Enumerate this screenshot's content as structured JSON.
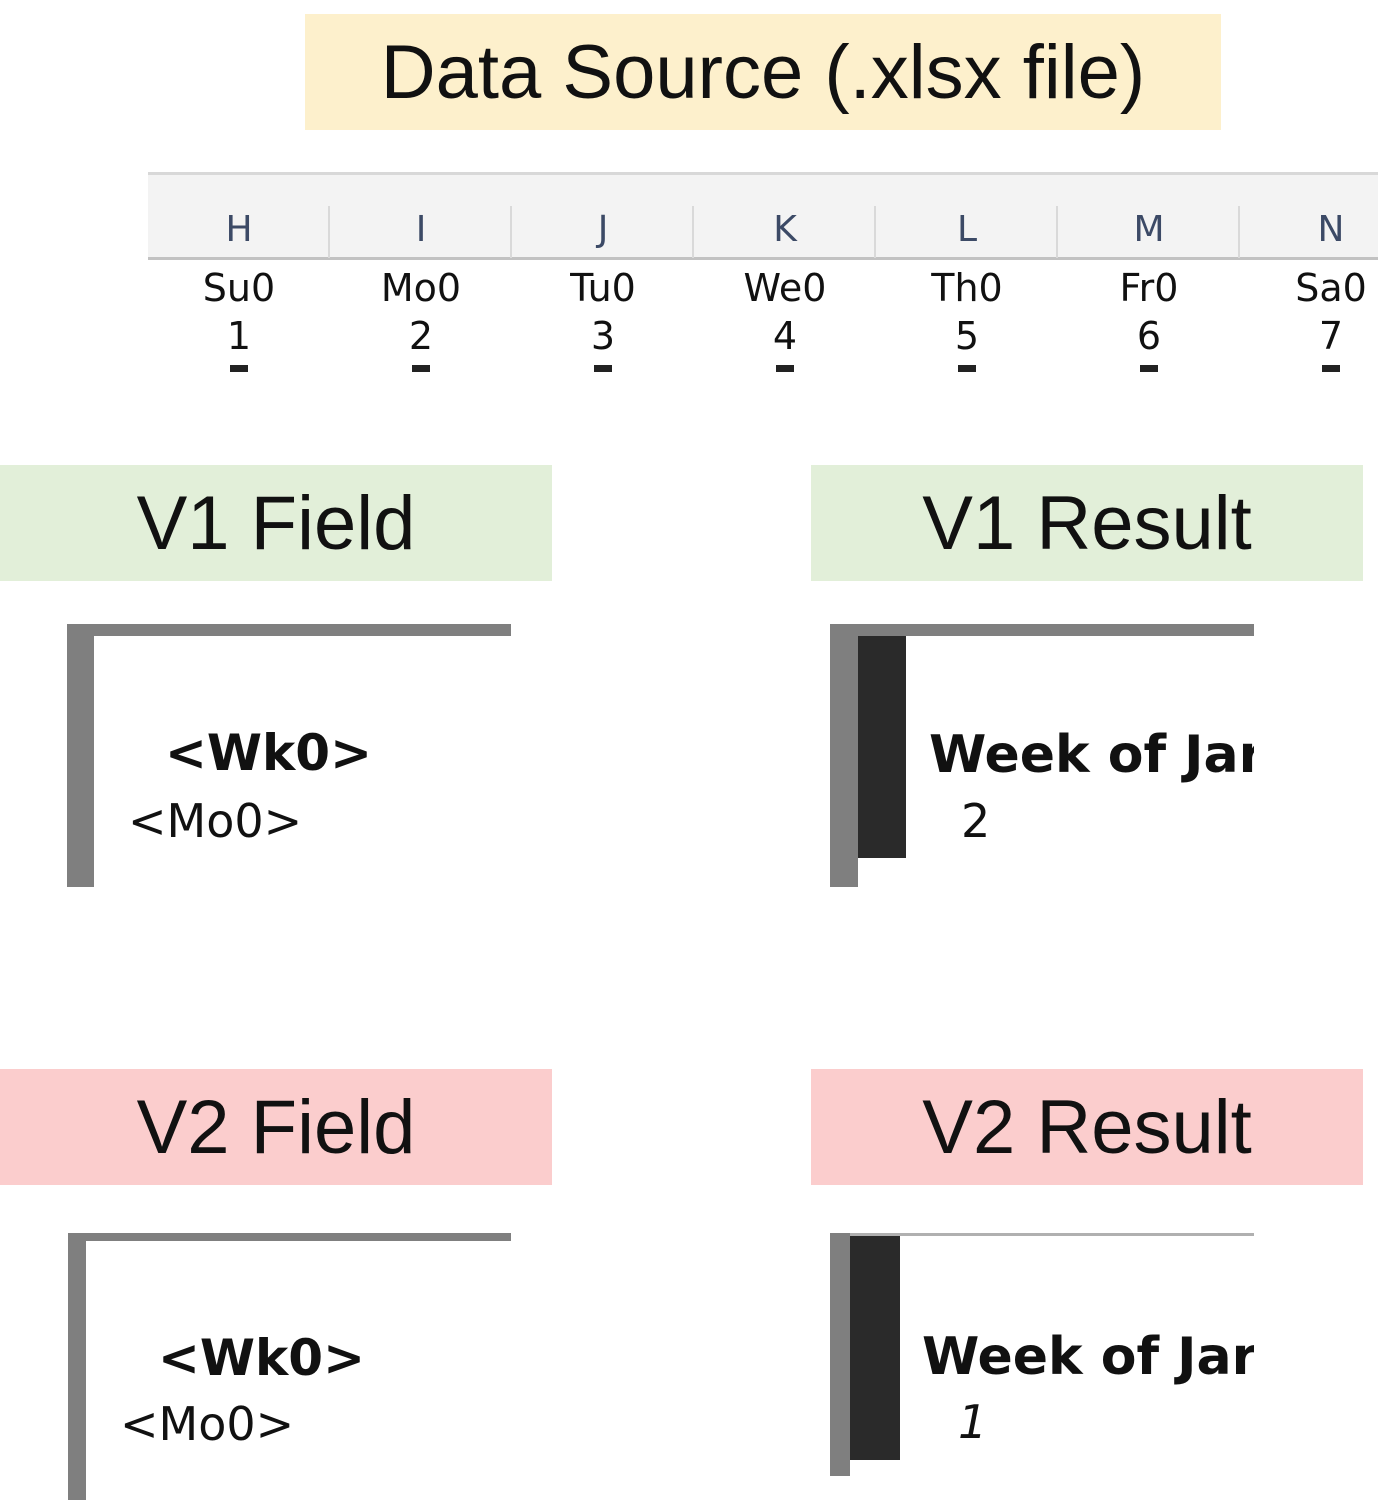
{
  "banners": {
    "source": {
      "label": "Data Source (.xlsx file)",
      "color": "#fdf0cc"
    },
    "v1_field": {
      "label": "V1 Field",
      "color": "#e2efd9"
    },
    "v1_result": {
      "label": "V1 Result",
      "color": "#e2efd9"
    },
    "v2_field": {
      "label": "V2 Field",
      "color": "#fbcdcd"
    },
    "v2_result": {
      "label": "V2 Result",
      "color": "#fbcdcd"
    }
  },
  "spreadsheet": {
    "columns": [
      {
        "letter": "H",
        "name": "Su0",
        "value": "1"
      },
      {
        "letter": "I",
        "name": "Mo0",
        "value": "2"
      },
      {
        "letter": "J",
        "name": "Tu0",
        "value": "3"
      },
      {
        "letter": "K",
        "name": "We0",
        "value": "4"
      },
      {
        "letter": "L",
        "name": "Th0",
        "value": "5"
      },
      {
        "letter": "M",
        "name": "Fr0",
        "value": "6"
      },
      {
        "letter": "N",
        "name": "Sa0",
        "value": "7"
      }
    ]
  },
  "v1": {
    "field_week": "<Wk0>",
    "field_day": "<Mo0>",
    "result_week": "Week of Jar",
    "result_day": "2"
  },
  "v2": {
    "field_week": "<Wk0>",
    "field_day": "<Mo0>",
    "result_week": "Week of Jar",
    "result_day": "1"
  }
}
